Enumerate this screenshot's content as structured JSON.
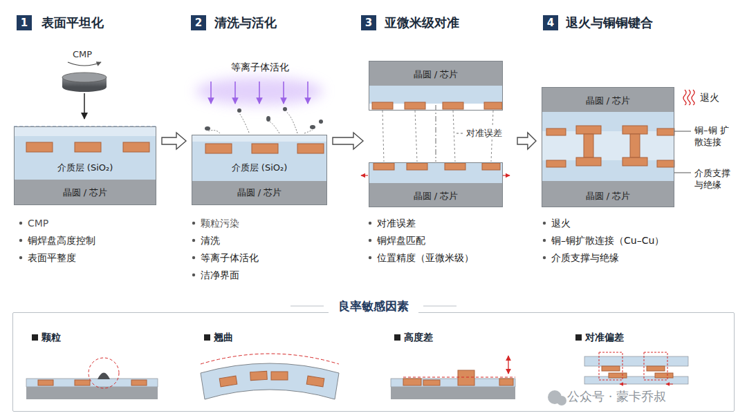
{
  "diagram": {
    "nodes": [
      {
        "text": [
          "1"
        ]
      },
      {
        "text": [
          "介质层 (SiO₂)",
          "晶圆 / 芯片"
        ]
      },
      {
        "text": [
          "2"
        ]
      },
      {
        "text": [
          "介质层 (SiO₂)",
          "晶圆 / 芯片"
        ]
      },
      {
        "text": [
          "3"
        ]
      },
      {
        "text": [
          "对准误差"
        ]
      },
      {
        "text": [
          "晶圆 / 芯片"
        ],
        "in": 5
      },
      {
        "text": [
          "晶圆 / 芯片"
        ],
        "in": 5
      },
      {
        "text": [
          "4"
        ]
      },
      {
        "text": [
          "晶圆 / 芯片",
          "晶圆 / 芯片"
        ]
      },
      {
        "text": [
          "良率敏感因素"
        ]
      }
    ],
    "edges": [
      {
        "from": 1,
        "to": 3,
        "arrow": "to"
      },
      {
        "from": 3,
        "to": 5,
        "arrow": "to"
      },
      {
        "from": 5,
        "to": 9,
        "arrow": "to"
      }
    ],
    "labels": [
      "表面平坦化",
      "清洗与活化",
      "亚微米级对准",
      "退火与铜铜键合",
      "CMP",
      "等离子体活化",
      "退火",
      "铜–铜 扩散连接",
      "介质支撑 与绝缘",
      "CMP",
      "铜焊盘高度控制",
      "表面平整度",
      "颗粒污染",
      "清洗",
      "等离子体活化",
      "洁净界面",
      "对准误差",
      "铜焊盘匹配",
      "位置精度（亚微米级）",
      "退火",
      "铜–铜扩散连接（Cu–Cu）",
      "介质支撑与绝缘",
      "颗粒",
      "翘曲",
      "高度差",
      "对准偏差",
      "公众号 · 蒙卡乔叔"
    ]
  }
}
